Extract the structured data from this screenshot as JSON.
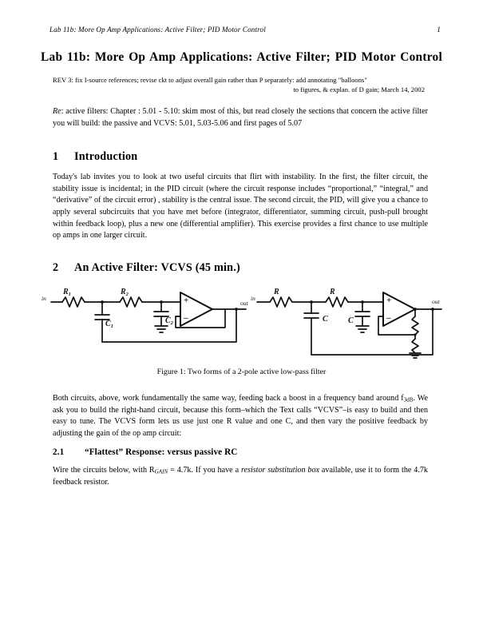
{
  "header": {
    "running_title": "Lab 11b: More Op Amp Applications: Active Filter; PID Motor Control",
    "page_number": "1"
  },
  "title": "Lab 11b: More Op Amp Applications: Active Filter; PID Motor Control",
  "revision": {
    "line1": "REV 3: fix I-source references; revise ckt to adjust overall gain rather than P separately: add annotating \"balloons\"",
    "line2": "to figures, & explan. of D gain; March 14, 2002"
  },
  "reading": {
    "label": "Re",
    "text": ": active filters: Chapter : 5.01 - 5.10: skim most of this, but read closely the sections that concern the active filter you will build: the passive and VCVS: 5.01, 5.03-5.06 and first pages of 5.07"
  },
  "sections": {
    "intro": {
      "number": "1",
      "heading": "Introduction",
      "paragraph": "Today's lab invites you to look at two useful circuits that flirt with instability. In the first, the filter circuit, the stability issue is incidental; in the PID circuit (where the circuit response includes “proportional,” “integral,” and “derivative” of the circuit error) , stability is the central issue. The second circuit, the PID, will give you a chance to apply several subcircuits that you have met before (integrator, differentiator, summing circuit, push-pull brought within feedback loop), plus a new one (differential amplifier). This exercise provides a first chance to use multiple op amps in one larger circuit."
    },
    "active_filter": {
      "number": "2",
      "heading": "An Active Filter: VCVS (45 min.)",
      "paragraph_part1": "Both circuits, above, work fundamentally the same way, feeding back a boost in a frequency band around f",
      "paragraph_sub": "3dB",
      "paragraph_part2": ". We ask you to build the right-hand circuit, because this form–which the Text calls “VCVS”–is easy to build and then easy to tune. The VCVS form lets us use just one R value and one C, and then vary the positive feedback by adjusting the gain of the op amp circuit:"
    },
    "flattest": {
      "number": "2.1",
      "heading": "“Flattest” Response: versus passive RC",
      "paragraph_part1": "Wire the circuits below, with R",
      "paragraph_sub": "GAIN",
      "paragraph_part2": " = 4.7k. If you have a ",
      "paragraph_em": "resistor substitution box",
      "paragraph_part3": " available, use it to form the 4.7k feedback resistor."
    }
  },
  "figure": {
    "caption": "Figure 1: Two forms of a 2-pole active low-pass filter",
    "left_circuit": {
      "input_label": "in",
      "output_label": "out",
      "resistor1": "R",
      "resistor1_sub": "1",
      "resistor2": "R",
      "resistor2_sub": "2",
      "capacitor1": "C",
      "capacitor1_sub": "1",
      "capacitor2": "C",
      "capacitor2_sub": "2",
      "opamp_plus": "+",
      "opamp_minus": "−"
    },
    "right_circuit": {
      "input_label": "in",
      "output_label": "out",
      "resistor1": "R",
      "resistor2": "R",
      "capacitor1": "C",
      "capacitor2": "C",
      "opamp_plus": "+",
      "opamp_minus": "−"
    }
  },
  "colors": {
    "page_background": "#ffffff",
    "text": "#000000",
    "ink": "#1a1a1a"
  }
}
